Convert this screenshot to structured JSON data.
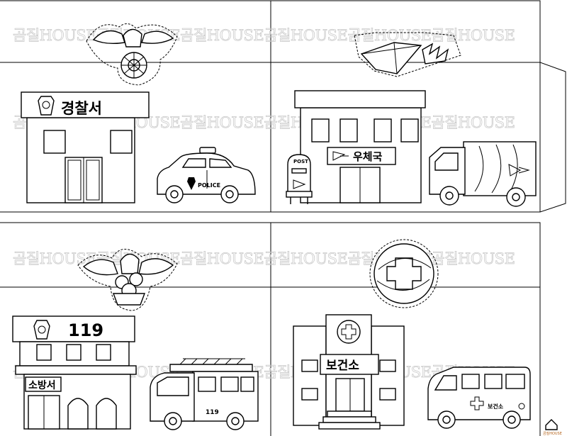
{
  "watermark": "곰질HOUSE곰질HOUSE곰질HOUSE곰질HOUSE곰질HOUSE곰질HOUSE",
  "panels": {
    "police": {
      "sign": "경찰서",
      "car_text": "POLICE"
    },
    "post": {
      "sign": "우체국",
      "mailbox_text": "POST"
    },
    "fire": {
      "number": "119",
      "sign": "소방서",
      "truck_number": "119"
    },
    "clinic": {
      "sign": "보건소",
      "ambulance_text": "보건소"
    }
  },
  "corner_logo": {
    "text": "곰질HOUSE"
  },
  "colors": {
    "ink": "#000000",
    "paper": "#ffffff",
    "watermark": "#c9c9c9"
  }
}
